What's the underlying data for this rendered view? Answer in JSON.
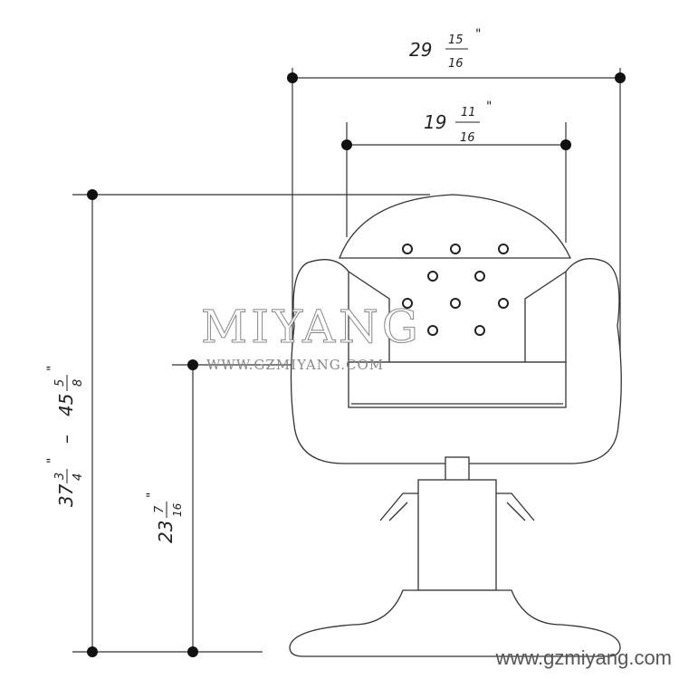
{
  "dimensions": {
    "overall_width": {
      "whole": "29",
      "num": "15",
      "den": "16",
      "unit": "\""
    },
    "back_width": {
      "whole": "19",
      "num": "11",
      "den": "16",
      "unit": "\""
    },
    "height_min": {
      "whole": "37",
      "num": "3",
      "den": "4",
      "unit": "\""
    },
    "height_max": {
      "whole": "45",
      "num": "5",
      "den": "8",
      "unit": "\""
    },
    "height_separator": "–",
    "seat_height": {
      "whole": "23",
      "num": "7",
      "den": "16",
      "unit": "\""
    }
  },
  "watermark": {
    "brand": "MIYANG",
    "url": "WWW.GZMIYANG.COM"
  },
  "footer_url": "www.gzmiyang.com",
  "colors": {
    "line": "#333333",
    "dot": "#111111"
  }
}
